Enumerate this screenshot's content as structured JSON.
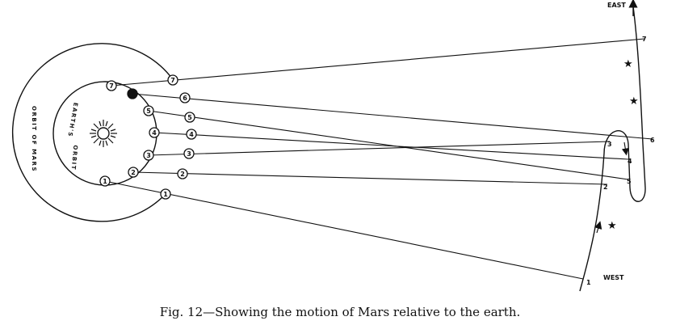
{
  "figure": {
    "caption": "Fig. 12—Showing the motion of Mars relative to the earth.",
    "east_label": "EAST",
    "west_label": "WEST",
    "mars_orbit_label": "ORBIT OF MARS",
    "earth_orbit_label_top": "EARTH'S",
    "earth_orbit_label_bottom": "ORBIT",
    "sun_icon": "sun-icon",
    "star_icon": "star-icon"
  },
  "earth_positions": [
    "1",
    "2",
    "3",
    "4",
    "5",
    "6",
    "7"
  ],
  "mars_positions": [
    "1",
    "2",
    "3",
    "4",
    "5",
    "6",
    "7"
  ],
  "sky_positions": [
    "1",
    "2",
    "3",
    "4",
    "5",
    "6",
    "7"
  ]
}
